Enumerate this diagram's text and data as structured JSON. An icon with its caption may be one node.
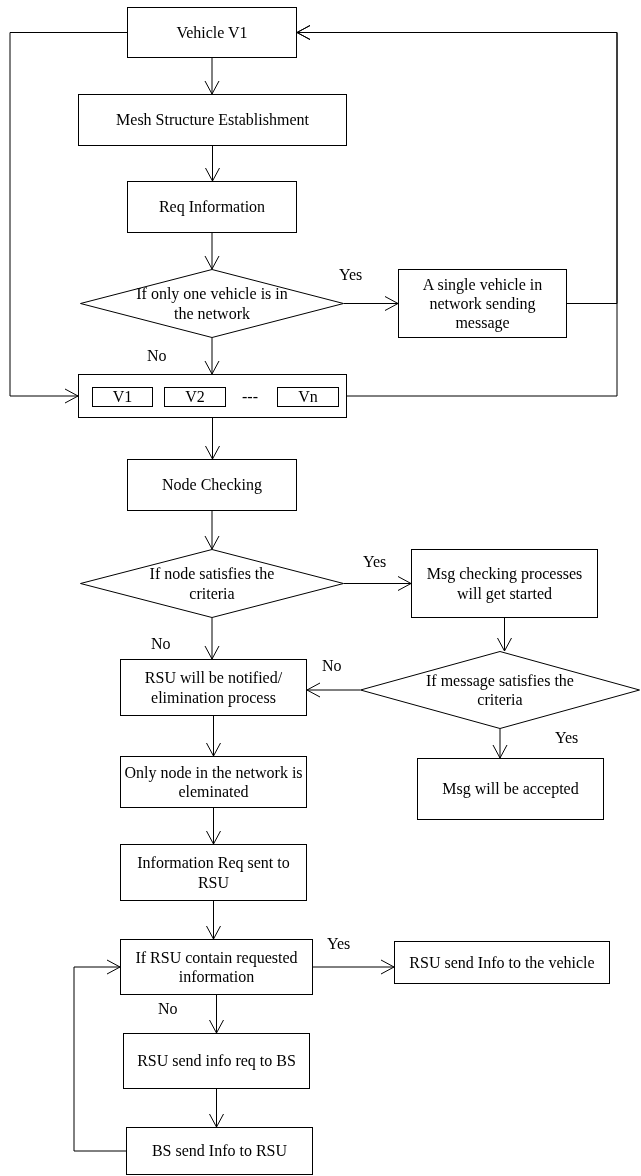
{
  "diagram": {
    "nodes": [
      {
        "text": [
          "Vehicle V1"
        ]
      },
      {
        "text": [
          "Mesh Structure Establishment"
        ]
      },
      {
        "text": [
          "Req Information"
        ]
      },
      {
        "text": [
          "If only one vehicle is in the network"
        ]
      },
      {
        "text": [
          "A single vehicle in network sending message"
        ]
      },
      {
        "text": [],
        "shape": "box"
      },
      {
        "text": [
          "V1"
        ],
        "in": 5
      },
      {
        "text": [
          "V2"
        ],
        "in": 5
      },
      {
        "text": [
          "Vn"
        ],
        "in": 5
      },
      {
        "text": [
          "Node Checking"
        ]
      },
      {
        "text": [
          "If node satisfies the criteria"
        ]
      },
      {
        "text": [
          "Msg checking processes will get started"
        ]
      },
      {
        "text": [
          "RSU will be notified/ elimination process"
        ]
      },
      {
        "text": [
          "If message satisfies the criteria"
        ]
      },
      {
        "text": [
          "Msg will be accepted"
        ]
      },
      {
        "text": [
          "Only node in the network is eleminated"
        ]
      },
      {
        "text": [
          "Information Req sent to RSU"
        ]
      },
      {
        "text": [
          "If RSU contain requested information"
        ]
      },
      {
        "text": [
          "RSU send Info to the vehicle"
        ]
      },
      {
        "text": [
          "RSU send info req to BS"
        ]
      },
      {
        "text": [
          "BS send Info to RSU"
        ]
      }
    ],
    "edges": [
      {
        "from": 0,
        "to": 1,
        "arrow": "to"
      },
      {
        "from": 1,
        "to": 2,
        "arrow": "to"
      },
      {
        "from": 2,
        "to": 3,
        "arrow": "to"
      },
      {
        "from": 3,
        "to": 4,
        "arrow": "to",
        "label": "Yes"
      },
      {
        "from": 3,
        "to": 5,
        "arrow": "to",
        "label": "No"
      },
      {
        "from": 4,
        "to": 0,
        "arrow": "to"
      },
      {
        "from": 5,
        "to": 0,
        "arrow": "to"
      },
      {
        "from": 0,
        "to": 5,
        "arrow": "to"
      },
      {
        "from": 5,
        "to": 9,
        "arrow": "to"
      },
      {
        "from": 9,
        "to": 10,
        "arrow": "to"
      },
      {
        "from": 10,
        "to": 11,
        "arrow": "to",
        "label": "Yes"
      },
      {
        "from": 10,
        "to": 12,
        "arrow": "to",
        "label": "No"
      },
      {
        "from": 11,
        "to": 13,
        "arrow": "to"
      },
      {
        "from": 13,
        "to": 12,
        "arrow": "to",
        "label": "No"
      },
      {
        "from": 13,
        "to": 14,
        "arrow": "to",
        "label": "Yes"
      },
      {
        "from": 12,
        "to": 15,
        "arrow": "to"
      },
      {
        "from": 15,
        "to": 16,
        "arrow": "to"
      },
      {
        "from": 16,
        "to": 17,
        "arrow": "to"
      },
      {
        "from": 17,
        "to": 18,
        "arrow": "to",
        "label": "Yes"
      },
      {
        "from": 17,
        "to": 19,
        "arrow": "to",
        "label": "No"
      },
      {
        "from": 19,
        "to": 20,
        "arrow": "to"
      },
      {
        "from": 20,
        "to": 17,
        "arrow": "to"
      }
    ],
    "labels": [
      "---"
    ]
  }
}
